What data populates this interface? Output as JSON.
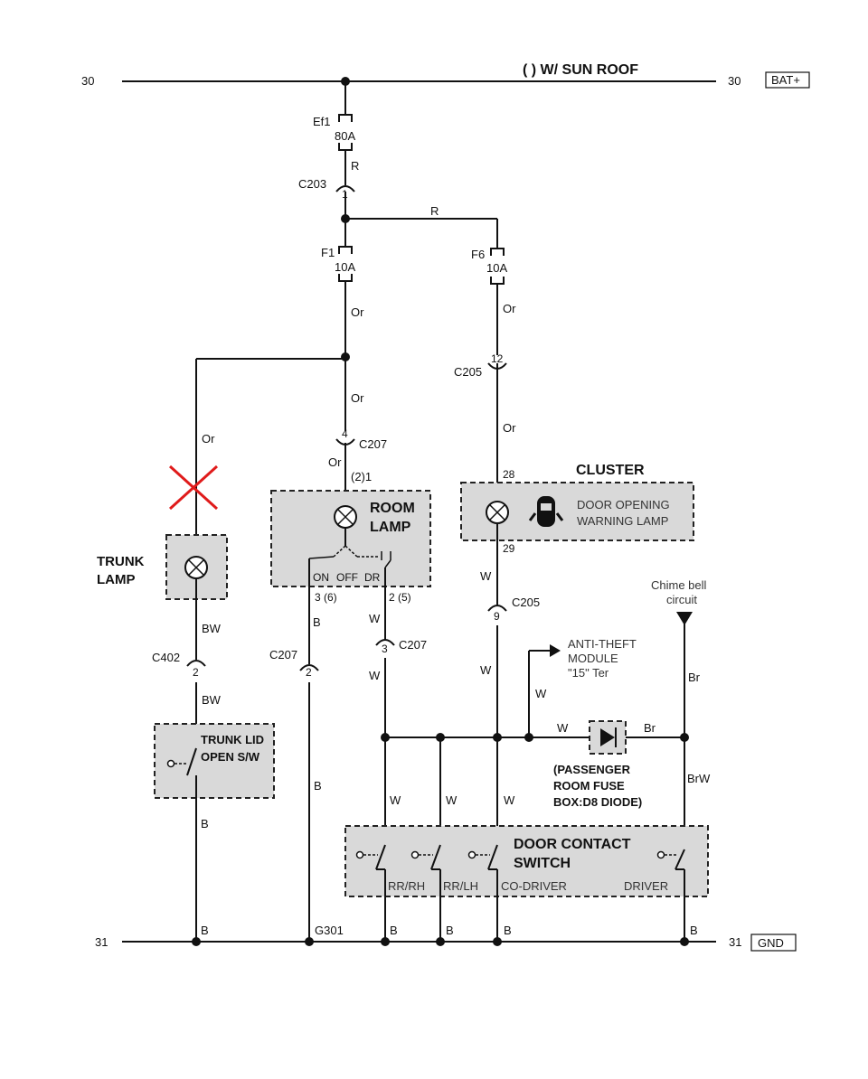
{
  "rails": {
    "top_left_num": "30",
    "top_right_num": "30",
    "top_tag": "BAT+",
    "top_note": "(   ) W/ SUN ROOF",
    "bottom_left_num": "31",
    "bottom_right_num": "31",
    "bottom_tag": "GND"
  },
  "fuses": {
    "ef1": {
      "name": "Ef1",
      "rating": "80A"
    },
    "f1": {
      "name": "F1",
      "rating": "10A"
    },
    "f6": {
      "name": "F6",
      "rating": "10A"
    }
  },
  "connectors": {
    "c203": {
      "name": "C203",
      "pin": "1"
    },
    "c205_top": {
      "name": "C205",
      "pin": "12"
    },
    "c207_top": {
      "name": "C207",
      "pin": "4"
    },
    "c205_bot": {
      "name": "C205",
      "pin": "9"
    },
    "c207_mid": {
      "name": "C207",
      "pin": "3"
    },
    "c207_left": {
      "name": "C207",
      "pin": "2"
    },
    "c402": {
      "name": "C402",
      "pin": "2"
    },
    "g301": "G301"
  },
  "wires": {
    "r1": "R",
    "r2": "R",
    "or_f1": "Or",
    "or_f6": "Or",
    "or_trunk": "Or",
    "or_c207": "Or",
    "or_room": "Or",
    "or_cluster": "Or",
    "w_cluster": "W",
    "w_c205": "W",
    "w_anti": "W",
    "w_diode": "W",
    "w_c207": "W",
    "w_c207b": "W",
    "b_room": "B",
    "b_c207": "B",
    "b_trunk": "B",
    "bw1": "BW",
    "bw2": "BW",
    "br_chime": "Br",
    "br_diode": "Br",
    "brw": "BrW",
    "w_rrrh": "W",
    "w_rrlh": "W",
    "w_codriver": "W",
    "b_g1": "B",
    "b_g2": "B",
    "b_g3": "B",
    "b_g4": "B",
    "b_g5": "B"
  },
  "room_lamp": {
    "title_line1": "ROOM",
    "title_line2": "LAMP",
    "pin_top": "(2)1",
    "mode_on": "ON",
    "mode_off": "OFF",
    "mode_dr": "DR",
    "pin_left": "3 (6)",
    "pin_right": "2 (5)"
  },
  "cluster": {
    "title": "CLUSTER",
    "pin_top": "28",
    "pin_bottom": "29",
    "lamp_line1": "DOOR OPENING",
    "lamp_line2": "WARNING LAMP"
  },
  "trunk_lamp": {
    "line1": "TRUNK",
    "line2": "LAMP"
  },
  "trunk_switch": {
    "line1": "TRUNK LID",
    "line2": "OPEN S/W"
  },
  "anti_theft": {
    "line1": "ANTI-THEFT",
    "line2": "MODULE",
    "line3": "\"15\" Ter"
  },
  "chime": {
    "line1": "Chime bell",
    "line2": "circuit"
  },
  "diode": {
    "line1": "(PASSENGER",
    "line2": "ROOM FUSE",
    "line3": "BOX:D8 DIODE)"
  },
  "door_switch": {
    "title_line1": "DOOR CONTACT",
    "title_line2": "SWITCH",
    "rrrh": "RR/RH",
    "rrlh": "RR/LH",
    "codriver": "CO-DRIVER",
    "driver": "DRIVER"
  },
  "colors": {
    "wire": "#111111",
    "module_fill": "#d9d9d9",
    "fault_mark": "#e01b1b"
  }
}
